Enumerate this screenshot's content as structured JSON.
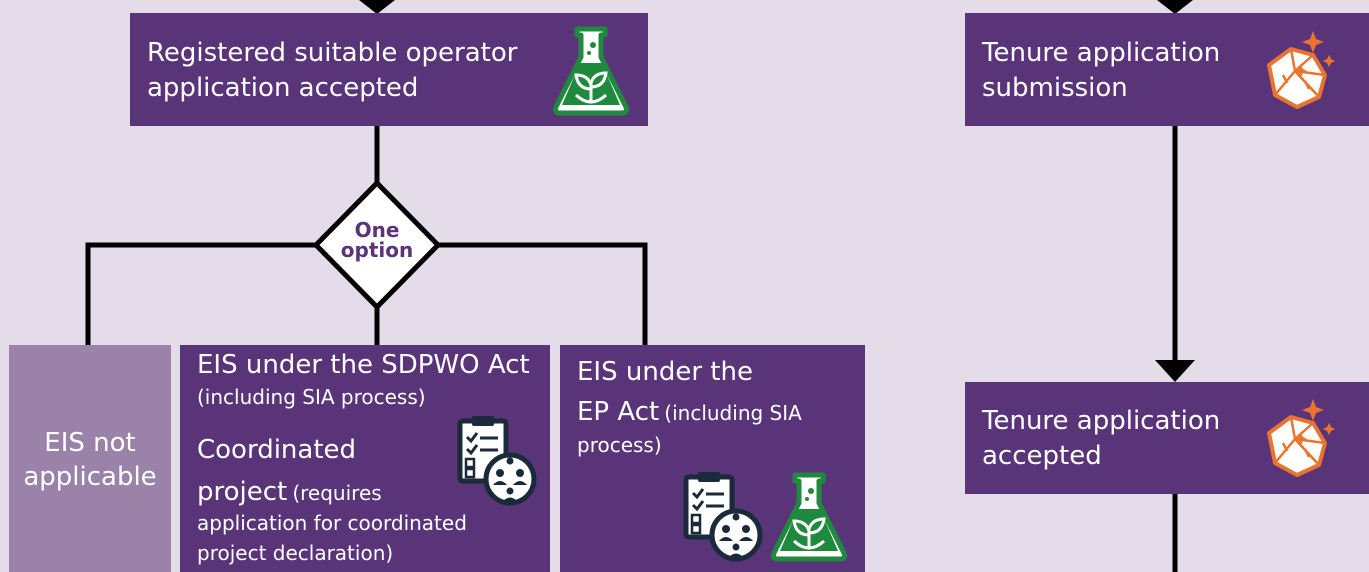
{
  "nodes": {
    "registered": {
      "line1": "Registered suitable operator",
      "line2": "application accepted",
      "icon": "flask-leaf-icon"
    },
    "decision": {
      "line1": "One",
      "line2": "option"
    },
    "eis_not_applicable": {
      "line1": "EIS not",
      "line2": "applicable"
    },
    "eis_sdpwo": {
      "title": "EIS under the SDPWO Act",
      "subtitle": "(including SIA process)",
      "coord_1": "Coordinated",
      "coord_2": "project",
      "coord_2_small": "(requires",
      "coord_3": "application for coordinated",
      "coord_4": "project declaration)",
      "icon": "clipboard-people-icon"
    },
    "eis_ep": {
      "title_1": "EIS under the",
      "title_2": "EP Act",
      "title_2_small": "(including SIA",
      "title_3": "process)",
      "icons": [
        "clipboard-people-icon",
        "flask-leaf-icon"
      ]
    },
    "tenure_submission": {
      "line1": "Tenure application",
      "line2": "submission",
      "icon": "rock-sparkle-icon"
    },
    "tenure_accepted": {
      "line1": "Tenure application",
      "line2": "accepted",
      "icon": "rock-sparkle-icon"
    }
  },
  "colors": {
    "box": "#5a3478",
    "box_light": "#9a82a8",
    "background": "#e4dde9",
    "line": "#000000",
    "flask": "#1f8a3e",
    "rock": "#e8742f"
  }
}
